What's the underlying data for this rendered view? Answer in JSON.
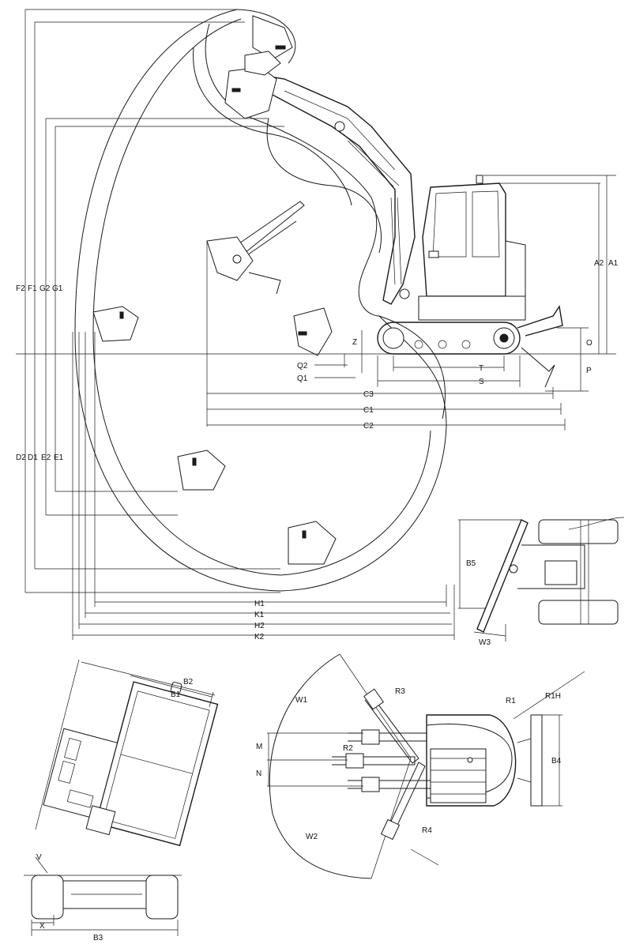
{
  "diagram": {
    "side_view_labels": {
      "A2": "A2",
      "A1": "A1",
      "F2": "F2",
      "F1": "F1",
      "G2": "G2",
      "G1": "G1",
      "D2": "D2",
      "D1": "D1",
      "E2": "E2",
      "E1": "E1",
      "H1": "H1",
      "K1": "K1",
      "H2": "H2",
      "K2": "K2",
      "C3": "C3",
      "C1": "C1",
      "C2": "C2",
      "Q2": "Q2",
      "Q1": "Q1",
      "Z": "Z",
      "T": "T",
      "S": "S",
      "O": "O",
      "P": "P"
    },
    "blade_view_labels": {
      "B5": "B5",
      "W3": "W3"
    },
    "front_view_labels": {
      "B2": "B2",
      "B1": "B1",
      "B3": "B3",
      "V": "V",
      "X": "X"
    },
    "top_view_labels": {
      "W1": "W1",
      "W2": "W2",
      "R3": "R3",
      "R1": "R1",
      "R1H": "R1H",
      "R2": "R2",
      "R4": "R4",
      "M": "M",
      "N": "N",
      "B4": "B4"
    }
  }
}
